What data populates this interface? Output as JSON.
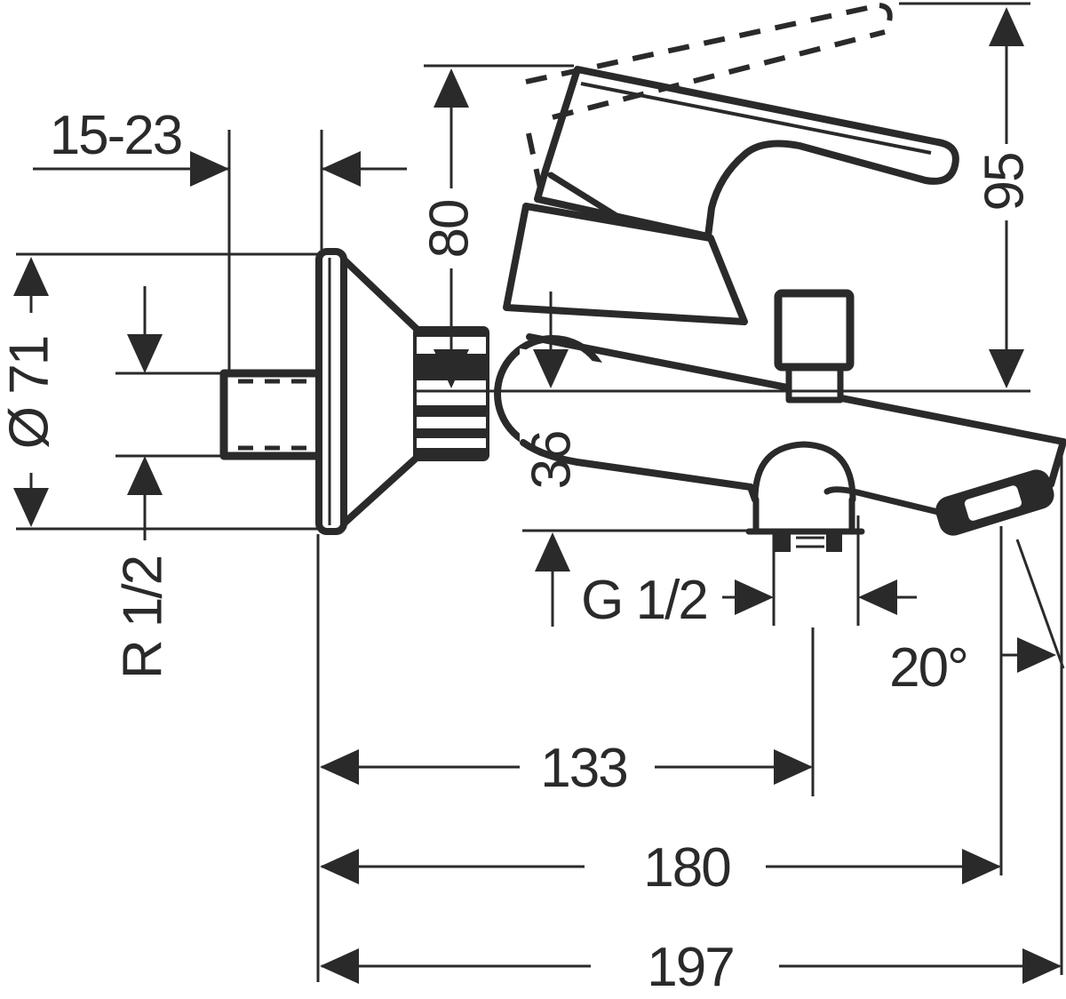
{
  "drawing": {
    "type": "bath-mixer-installation-dimension-drawing",
    "background_color": "#ffffff",
    "line_color": "#2a2a2a",
    "dimensions": {
      "wall_distance": "15-23",
      "handle_height": "80",
      "lever_raised_height": "95",
      "escutcheon_diameter": "Ø 71",
      "center_to_rim": "36",
      "inlet_thread": "R 1/2",
      "outlet_thread": "G 1/2",
      "spout_angle": "20°",
      "wall_to_outlet": "133",
      "wall_to_aerator": "180",
      "wall_to_spout_tip": "197"
    }
  }
}
